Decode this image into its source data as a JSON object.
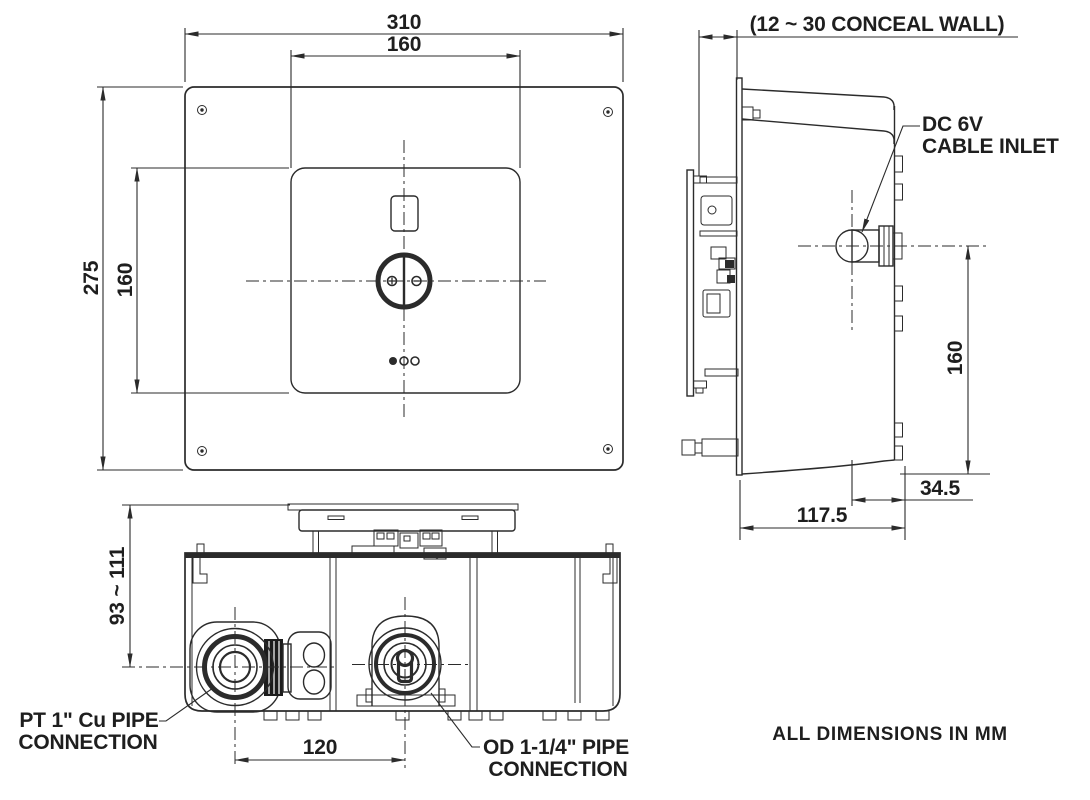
{
  "note": "ALL DIMENSIONS IN MM",
  "front_view": {
    "overall_width": "310",
    "faceplate_width": "160",
    "overall_height": "275",
    "faceplate_height": "160"
  },
  "side_view": {
    "wall_note": "(12 ~ 30 CONCEAL WALL)",
    "cable_inlet_label_line1": "DC 6V",
    "cable_inlet_label_line2": "CABLE INLET",
    "inlet_height": "160",
    "inlet_offset": "34.5",
    "body_depth": "117.5"
  },
  "bottom_view": {
    "mounting_depth": "93 ~ 111",
    "pipe_spacing": "120",
    "left_pipe_label_line1": "PT 1\" Cu PIPE",
    "left_pipe_label_line2": "CONNECTION",
    "right_pipe_label_line1": "OD 1-1/4\" PIPE",
    "right_pipe_label_line2": "CONNECTION"
  },
  "colors": {
    "line": "#2b2b2b",
    "background": "#ffffff"
  }
}
